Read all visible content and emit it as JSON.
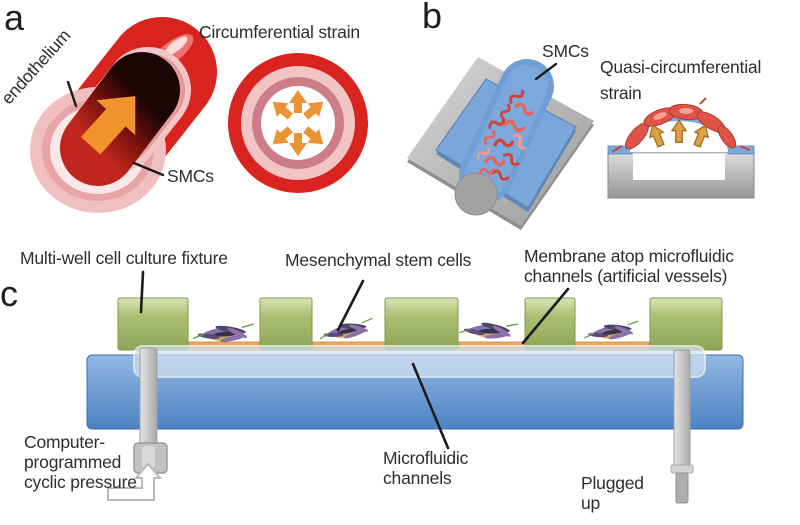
{
  "figure": {
    "type": "scientific-schematic",
    "panels": {
      "a": {
        "letter": "a",
        "labels": {
          "endothelium": "endothelium",
          "smcs": "SMCs",
          "strain_title": "Circumferential strain"
        }
      },
      "b": {
        "letter": "b",
        "labels": {
          "smcs": "SMCs",
          "strain_title": "Quasi-circumferential\nstrain"
        }
      },
      "c": {
        "letter": "c",
        "labels": {
          "fixture": "Multi-well cell culture fixture",
          "stem_cells": "Mesenchymal stem cells",
          "membrane": "Membrane atop microfluidic\nchannels (artificial vessels)",
          "channels": "Microfluidic\nchannels",
          "pressure": "Computer-\nprogrammed\ncyclic pressure",
          "plugged": "Plugged\nup"
        }
      }
    },
    "icons": {
      "flow_arrow": "orange block arrow (blood flow direction)",
      "radial_strain_arrows": "six orange block arrows radiating outward",
      "dome_strain_arrows": "three small orange arrows pointing up",
      "pressure_inlet_arrow": "white L-shaped arrow pointing up into tube"
    },
    "colors": {
      "vessel_red": "#d8231f",
      "vessel_pink": "#f0c0c0",
      "arrow_orange": "#ec9435",
      "chip_blue": "#7ba6d9",
      "chip_gray": "#b5b5b5",
      "fixture_green": "#93ab58",
      "membrane_orange": "#efa75c",
      "block_blue": "#5d8fc9",
      "tube_gray": "#c2c2c2",
      "smc_cell_red": "#cf4437",
      "stem_cell_purple": "#8a6fae",
      "text": "#2e2e2e"
    }
  }
}
